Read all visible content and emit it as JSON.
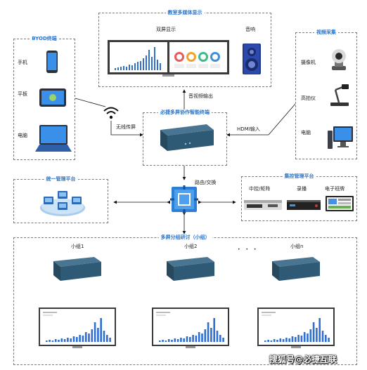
{
  "top_panel": {
    "title": "教室多媒体显示",
    "dual_screen_label": "双屏显示",
    "speaker_label": "音响"
  },
  "byod_panel": {
    "title": "BYOD终端",
    "items": [
      "手机",
      "平板",
      "电脑"
    ]
  },
  "video_panel": {
    "title": "视频采集",
    "items": [
      "摄像机",
      "高拍仪",
      "电脑"
    ]
  },
  "center": {
    "title": "必捷多屏协作智能终端"
  },
  "edges": {
    "av_out": "音视频输出",
    "wireless": "无线传屏",
    "hdmi": "HDMI输入",
    "routing": "路由/交换"
  },
  "mgmt_panel": {
    "title": "统一管理平台"
  },
  "control_panel": {
    "title": "集控管理平台",
    "items": [
      "中控/矩阵",
      "录播",
      "电子班牌"
    ]
  },
  "group_panel": {
    "title": "多屏分组研讨（小组）",
    "groups": [
      "小组1",
      "小组2",
      "小组n"
    ],
    "dots": "• • •"
  },
  "watermark": "搜狐号@必捷互联",
  "colors": {
    "accent": "#2a73c9",
    "device": "#2e5a75",
    "bar": "#2f6fd1"
  }
}
